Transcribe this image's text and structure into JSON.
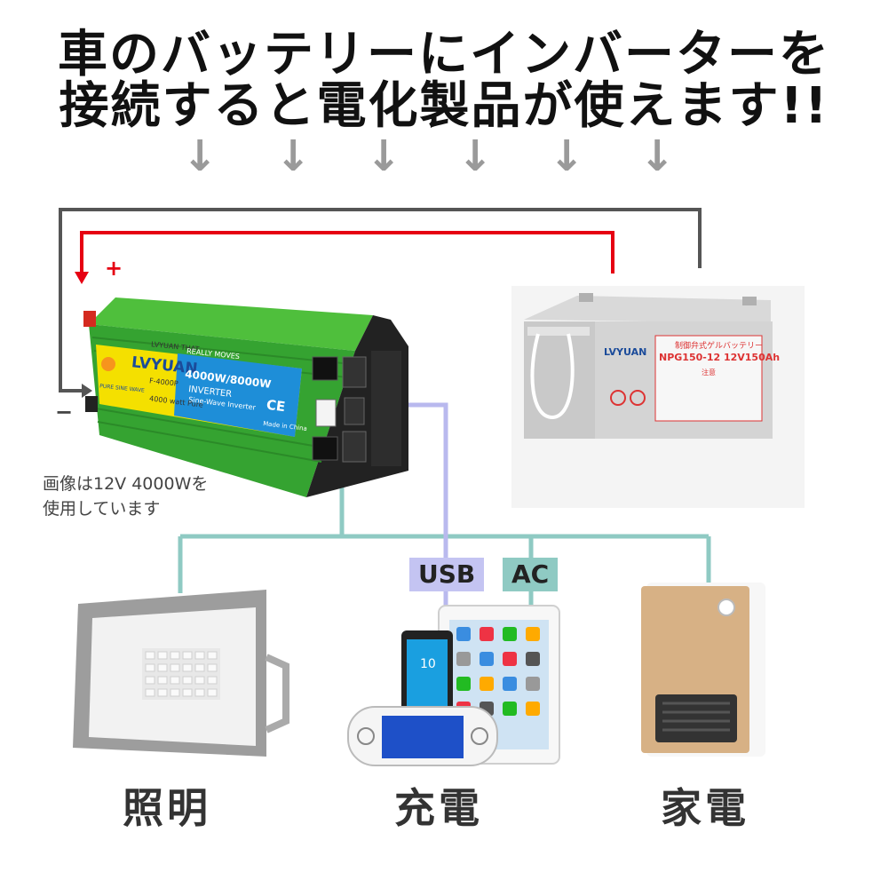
{
  "headline": {
    "line1": "車のバッテリーにインバーターを",
    "line2": "接続すると電化製品が使えます!!"
  },
  "arrow_glyph": "↓",
  "polarity": {
    "plus": "+",
    "minus": "−"
  },
  "inverter": {
    "brand": "LVYUAN",
    "top_text": "LVYUAN THAT",
    "moves": "REALLY MOVES",
    "model": "F-4000P",
    "power": "4000W/8000W",
    "type_label": "INVERTER",
    "sine": "Sine-Wave Inverter",
    "watt_line": "4000 watt Pure",
    "pure_sine": "PURE SINE WAVE",
    "made_in": "Made in China",
    "ce": "CE"
  },
  "battery": {
    "brand": "LVYUAN",
    "title": "制御弁式ゲルバッテリー",
    "model": "NPG150-12 12V150Ah",
    "notice": "注意"
  },
  "caption": {
    "line1": "画像は12V 4000Wを",
    "line2": "使用しています"
  },
  "tags": {
    "usb": "USB",
    "ac": "AC"
  },
  "devices": {
    "light_label": "照明",
    "charge_label": "充電",
    "appliance_label": "家電",
    "phone_number": "10"
  },
  "colors": {
    "red_wire": "#e60012",
    "black_wire": "#555555",
    "usb_line": "#b9b9ee",
    "ac_line": "#8fcac3",
    "inverter_green": "#3aa83a",
    "arrow_gray": "#9a9a9a"
  }
}
